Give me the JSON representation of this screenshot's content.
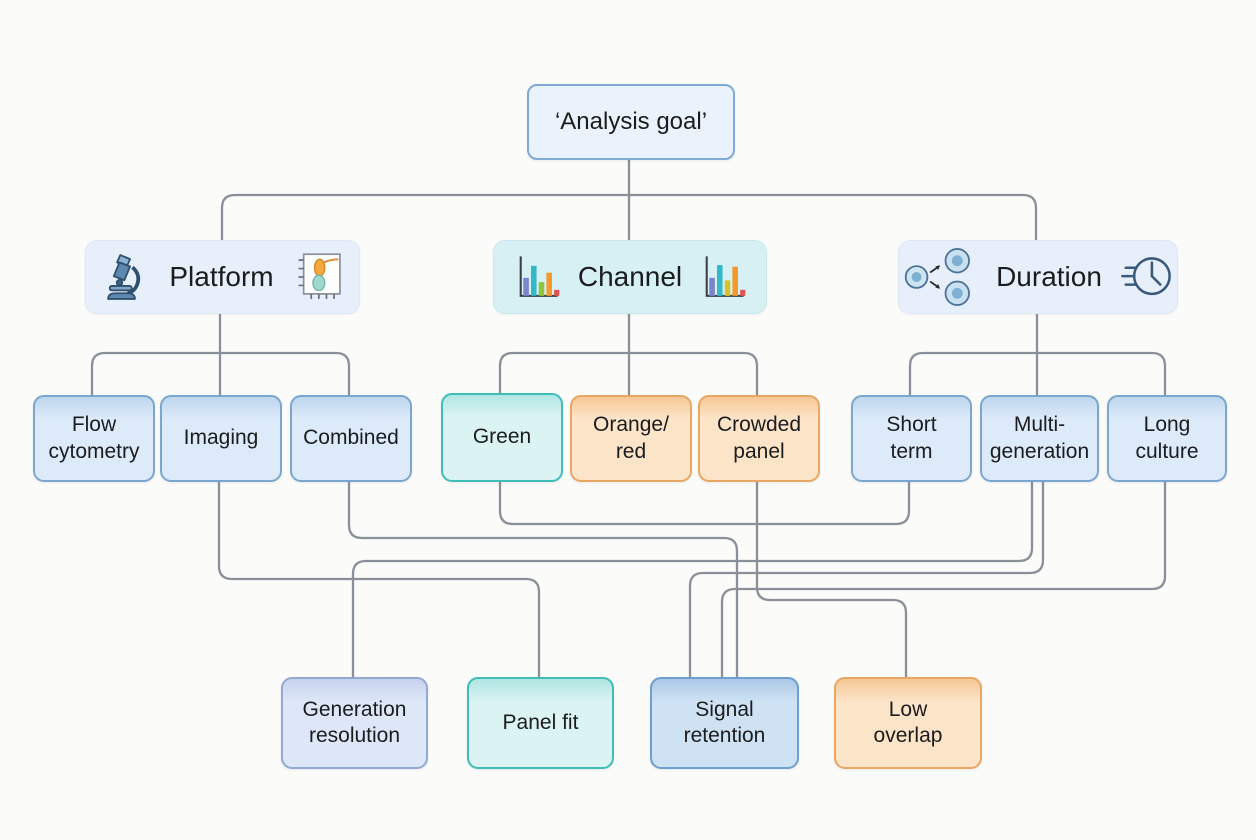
{
  "diagram": {
    "root_label": "‘Analysis goal’",
    "headers": [
      {
        "label": "Platform",
        "left_icon": "microscope-icon",
        "right_icon": "flow-plot-icon"
      },
      {
        "label": "Channel",
        "left_icon": "bar-chart-icon",
        "right_icon": "bar-chart-icon"
      },
      {
        "label": "Duration",
        "left_icon": "cell-division-icon",
        "right_icon": "clock-icon"
      }
    ],
    "options": {
      "platform": [
        "Flow\ncytometry",
        "Imaging",
        "Combined"
      ],
      "channel": [
        "Green",
        "Orange/\nred",
        "Crowded\npanel"
      ],
      "duration": [
        "Short\nterm",
        "Multi-\ngeneration",
        "Long\nculture"
      ]
    },
    "outcomes": [
      "Generation\nresolution",
      "Panel fit",
      "Signal\nretention",
      "Low\noverlap"
    ],
    "edges": [
      {
        "from": "Analysis goal",
        "to": "Platform"
      },
      {
        "from": "Analysis goal",
        "to": "Channel"
      },
      {
        "from": "Analysis goal",
        "to": "Duration"
      },
      {
        "from": "Platform",
        "to": "Flow cytometry"
      },
      {
        "from": "Platform",
        "to": "Imaging"
      },
      {
        "from": "Platform",
        "to": "Combined"
      },
      {
        "from": "Channel",
        "to": "Green"
      },
      {
        "from": "Channel",
        "to": "Orange/red"
      },
      {
        "from": "Channel",
        "to": "Crowded panel"
      },
      {
        "from": "Duration",
        "to": "Short term"
      },
      {
        "from": "Duration",
        "to": "Multi-generation"
      },
      {
        "from": "Duration",
        "to": "Long culture"
      },
      {
        "from": "Green",
        "to": "Short term"
      },
      {
        "from": "Combined",
        "to": "Signal retention"
      },
      {
        "from": "Multi-generation",
        "to": "Generation resolution"
      },
      {
        "from": "Multi-generation",
        "to": "Signal retention"
      },
      {
        "from": "Imaging",
        "to": "Panel fit"
      },
      {
        "from": "Long culture",
        "to": "Signal retention"
      },
      {
        "from": "Crowded panel",
        "to": "Low overlap"
      }
    ],
    "colors": {
      "connector": "#8a9099",
      "styles": {
        "goal": {
          "top": "#eaf2fb",
          "fill": "#eaf2fb",
          "border": "#82abd3"
        },
        "blue": {
          "top": "#bed6ec",
          "fill": "#dceafa",
          "border": "#7aa6cf"
        },
        "blue_deep": {
          "top": "#a9c8e6",
          "fill": "#cfe2f4",
          "border": "#6f9fcc"
        },
        "lavender": {
          "top": "#c6d3ee",
          "fill": "#dde7f7",
          "border": "#93a9d2"
        },
        "teal": {
          "top": "#aee6e2",
          "fill": "#dcf3f3",
          "border": "#41bdb8"
        },
        "orange": {
          "top": "#f6c795",
          "fill": "#fce4c9",
          "border": "#e9a764"
        },
        "header_blue": {
          "top": "#e7effa",
          "fill": "#e7effa",
          "border": "#dfe9f5"
        },
        "header_cyan": {
          "top": "#d7f0f4",
          "fill": "#d7f0f4",
          "border": "#c9e8ee"
        }
      }
    }
  }
}
